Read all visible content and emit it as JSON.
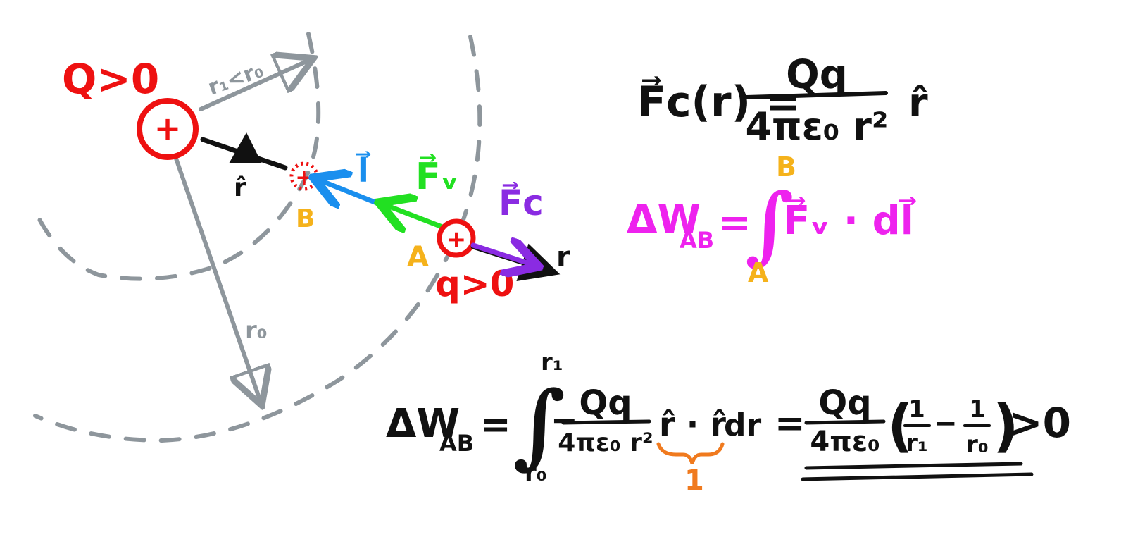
{
  "colors": {
    "red": "#ee1111",
    "gray": "#8e969c",
    "black": "#111111",
    "blue": "#1a8fee",
    "green": "#22e022",
    "purple": "#8a2be2",
    "magenta": "#ee22ee",
    "orange": "#f5b21b",
    "brace_orange": "#f07a1e"
  },
  "diagram": {
    "source_charge_label": "Q>0",
    "source_charge_sign": "+",
    "test_charge_label": "q>0",
    "test_charge_sign": "+",
    "ghost_charge_sign": "+",
    "point_a": "A",
    "point_b": "B",
    "r_hat": "r̂",
    "r_axis": "r",
    "radius_r0": "r₀",
    "radius_r1": "r₁<r₀",
    "vec_l": "l⃗",
    "vec_fv": "F⃗ᵥ",
    "vec_fc": "F⃗c"
  },
  "formulas": {
    "coulomb": {
      "lhs": "F⃗c(r) =",
      "numerator": "Qq",
      "denominator": "4πε₀ r²",
      "unit": "r̂"
    },
    "work_def": {
      "lhs": "ΔW",
      "sub": "AB",
      "eq": "=",
      "integral": "∫",
      "upper": "B",
      "lower": "A",
      "integrand": "F⃗ᵥ · dl⃗"
    },
    "work_calc": {
      "lhs": "ΔW",
      "sub": "AB",
      "eq": "=",
      "integral": "∫",
      "upper": "r₁",
      "lower": "r₀",
      "minus": "−",
      "frac1_num": "Qq",
      "frac1_den": "4πε₀ r²",
      "dot_product": "r̂ · r̂",
      "dr": "dr",
      "eq2": "=",
      "frac2_num": "Qq",
      "frac2_den": "4πε₀",
      "paren_open": "(",
      "inv1_num": "1",
      "inv1_den": "r₁",
      "inner_minus": "−",
      "inv2_num": "1",
      "inv2_den": "r₀",
      "paren_close": ")",
      "result": ">0",
      "brace_value": "1"
    }
  }
}
